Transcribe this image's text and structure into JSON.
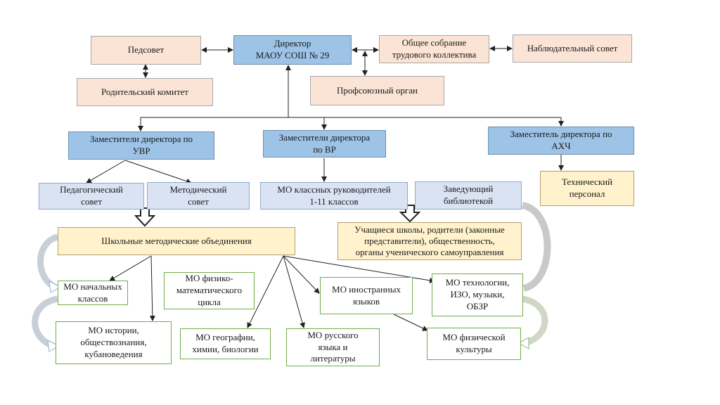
{
  "nodes": {
    "director": "Директор\nМАОУ СОШ № 29",
    "pedsovet": "Педсовет",
    "parent_committee": "Родительский комитет",
    "general_assembly": "Общее собрание\nтрудового коллектива",
    "supervisory_board": "Наблюдательный совет",
    "trade_union": "Профсоюзный орган",
    "deputy_uvr": "Заместители директора по\nУВР",
    "deputy_vr": "Заместители директора\nпо ВР",
    "deputy_ahch": "Заместитель директора по\nАХЧ",
    "tech_staff": "Технический\nперсонал",
    "ped_council": "Педагогический\nсовет",
    "method_council": "Методический\nсовет",
    "mo_class_leaders": "МО классных руководителей\n1-11 классов",
    "librarian": "Заведующий\nбиблиотекой",
    "school_mo": "Школьные методические объединения",
    "students_parents": "Учащиеся школы, родители (законные\nпредставители), общественность,\nорганы ученического самоуправления",
    "mo_primary": "МО начальных\nклассов",
    "mo_physmath": "МО физико-\nматематического\nцикла",
    "mo_history": "МО истории,\nобществознания,\nкубановедения",
    "mo_geo": "МО географии,\nхимии, биологии",
    "mo_russian": "МО русского\nязыка и\nлитературы",
    "mo_foreign": "МО иностранных\nязыков",
    "mo_tech": "МО технологии,\nИЗО, музыки,\nОБЗР",
    "mo_pe": "МО физической\nкультуры"
  },
  "colors": {
    "peach": "#fbe4d5",
    "blue": "#9dc3e6",
    "light_blue": "#dae3f3",
    "yellow": "#fff2cc",
    "green_border": "#70ad47"
  }
}
